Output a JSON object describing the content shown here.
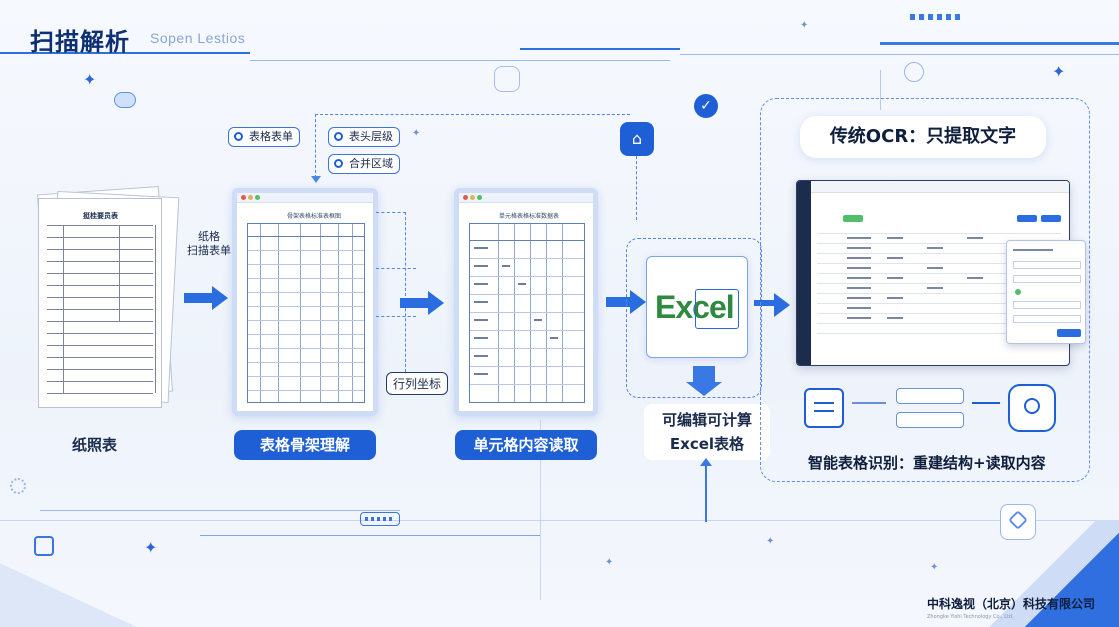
{
  "header": {
    "title": "扫描解析",
    "subtitle": "Sopen Lestios"
  },
  "source": {
    "caption": "纸照表",
    "form_title": "挺桂要员表",
    "scan_label_line1": "纸格",
    "scan_label_line2": "扫描表单"
  },
  "stage1": {
    "label": "表格骨架理解",
    "window_title": "骨架表格标准表框图",
    "tags": [
      "表格表单",
      "表头层级",
      "合并区域"
    ],
    "coord_label": "行列坐标"
  },
  "stage2": {
    "label": "单元格内容读取",
    "window_title": "单元格表格标准数据表"
  },
  "excel": {
    "logo_text": "Excel",
    "caption_line1": "可编辑可计算",
    "caption_line2": "Excel表格"
  },
  "right": {
    "header": "传统OCR：只提取文字",
    "footer": "智能表格识别：重建结构+读取内容"
  },
  "footer": {
    "company": "中科逸视（北京）科技有限公司",
    "company_sub": "Zhongke Yishi Technology Co., Ltd."
  },
  "icons": {
    "check": "check-circle-icon",
    "excel": "excel-icon",
    "chat": "chat-icon",
    "doc": "document-icon",
    "shield": "shield-icon"
  },
  "colors": {
    "primary": "#1f5fd6",
    "dark": "#0e2f72",
    "excel_green": "#2d8a3e"
  }
}
